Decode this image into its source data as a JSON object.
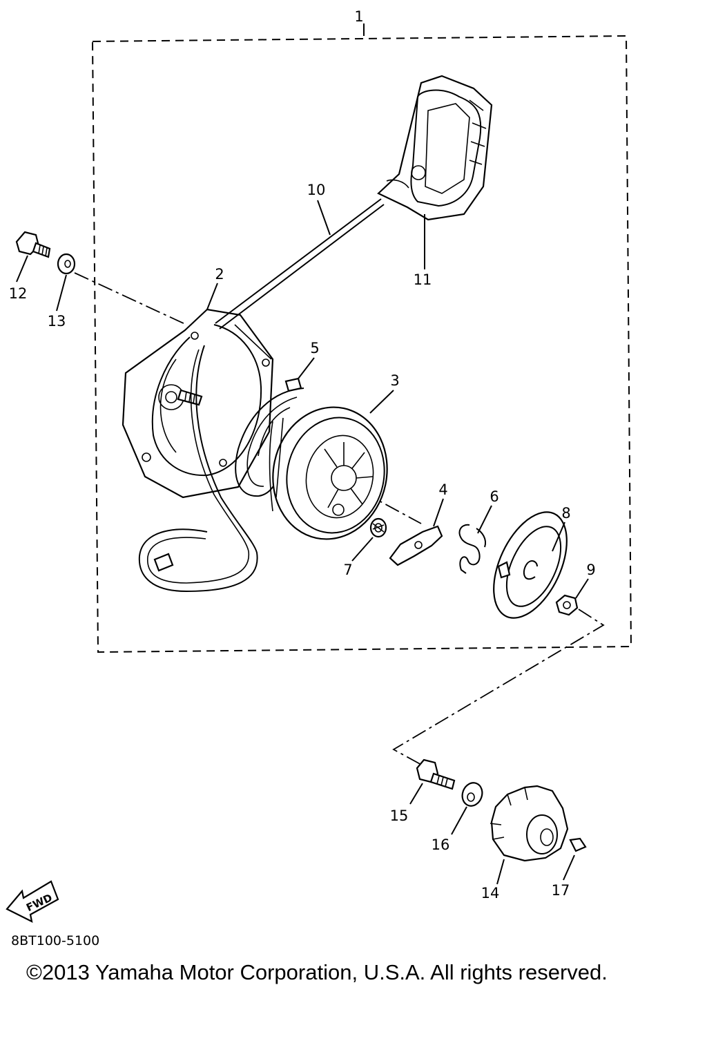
{
  "diagram": {
    "callouts": {
      "c1": "1",
      "c2": "2",
      "c3": "3",
      "c4": "4",
      "c5": "5",
      "c6": "6",
      "c7": "7",
      "c8": "8",
      "c9": "9",
      "c10": "10",
      "c11": "11",
      "c12": "12",
      "c13": "13",
      "c14": "14",
      "c15": "15",
      "c16": "16",
      "c17": "17"
    },
    "fwd_label": "FWD",
    "drawing_code": "8BT100-5100",
    "copyright": "©2013 Yamaha Motor Corporation, U.S.A. All rights reserved."
  }
}
